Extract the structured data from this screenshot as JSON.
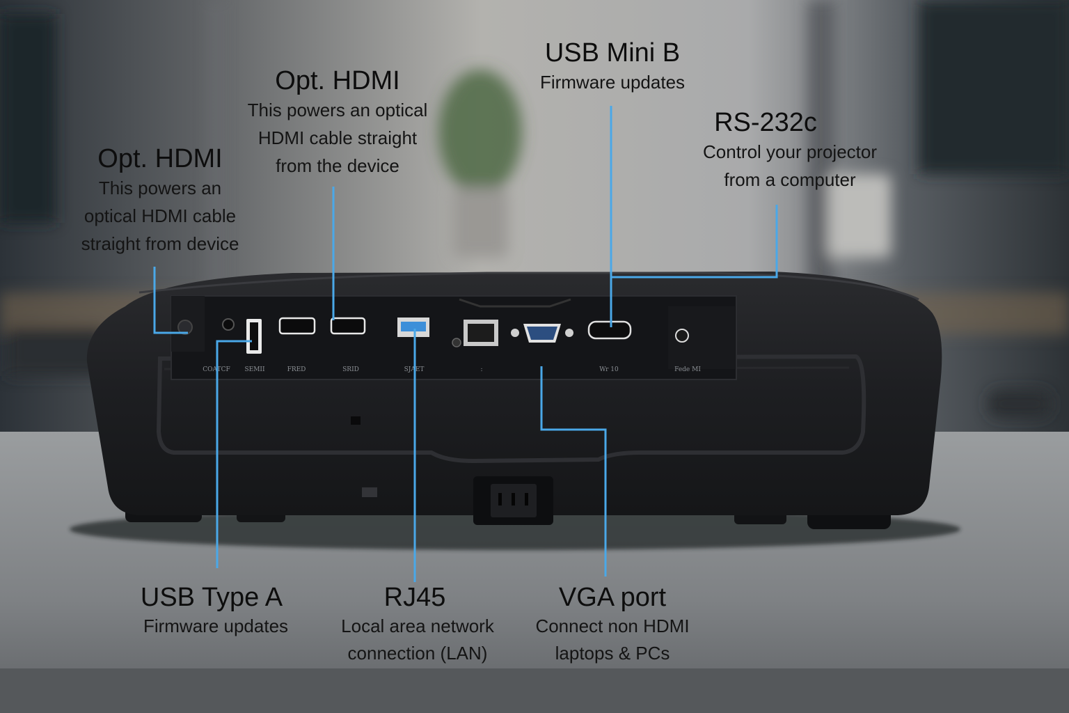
{
  "callouts": {
    "opt_hdmi_left": {
      "title": "Opt. HDMI",
      "desc": [
        "This powers an",
        "optical HDMI cable",
        "straight from device"
      ]
    },
    "opt_hdmi_center": {
      "title": "Opt. HDMI",
      "desc": [
        "This powers an optical",
        "HDMI cable straight",
        "from the device"
      ]
    },
    "usb_mini_b": {
      "title": "USB Mini B",
      "desc": [
        "Firmware updates"
      ]
    },
    "rs232c": {
      "title": "RS-232c",
      "desc": [
        "Control your projector",
        "from a computer"
      ]
    },
    "usb_type_a": {
      "title": "USB Type A",
      "desc": [
        "Firmware updates"
      ]
    },
    "rj45": {
      "title": "RJ45",
      "desc": [
        "Local area network",
        "connection (LAN)"
      ]
    },
    "vga_port": {
      "title": "VGA port",
      "desc": [
        "Connect non HDMI",
        "laptops & PCs"
      ]
    }
  },
  "port_labels": [
    "COATCF",
    "SEMII",
    "FRED",
    "SRID",
    "SJAET",
    ":",
    "Wr 10",
    "Fede MI"
  ],
  "colors": {
    "leader_line": "#4aa8e8",
    "projector_body": "#1c1d20",
    "background_wall": "#a7a8aa",
    "table": "#8e9194"
  },
  "icons": [
    "power-inlet-icon",
    "vga-connector-icon",
    "rj45-jack-icon",
    "usb-a-jack-icon",
    "hdmi-jack-icon"
  ]
}
